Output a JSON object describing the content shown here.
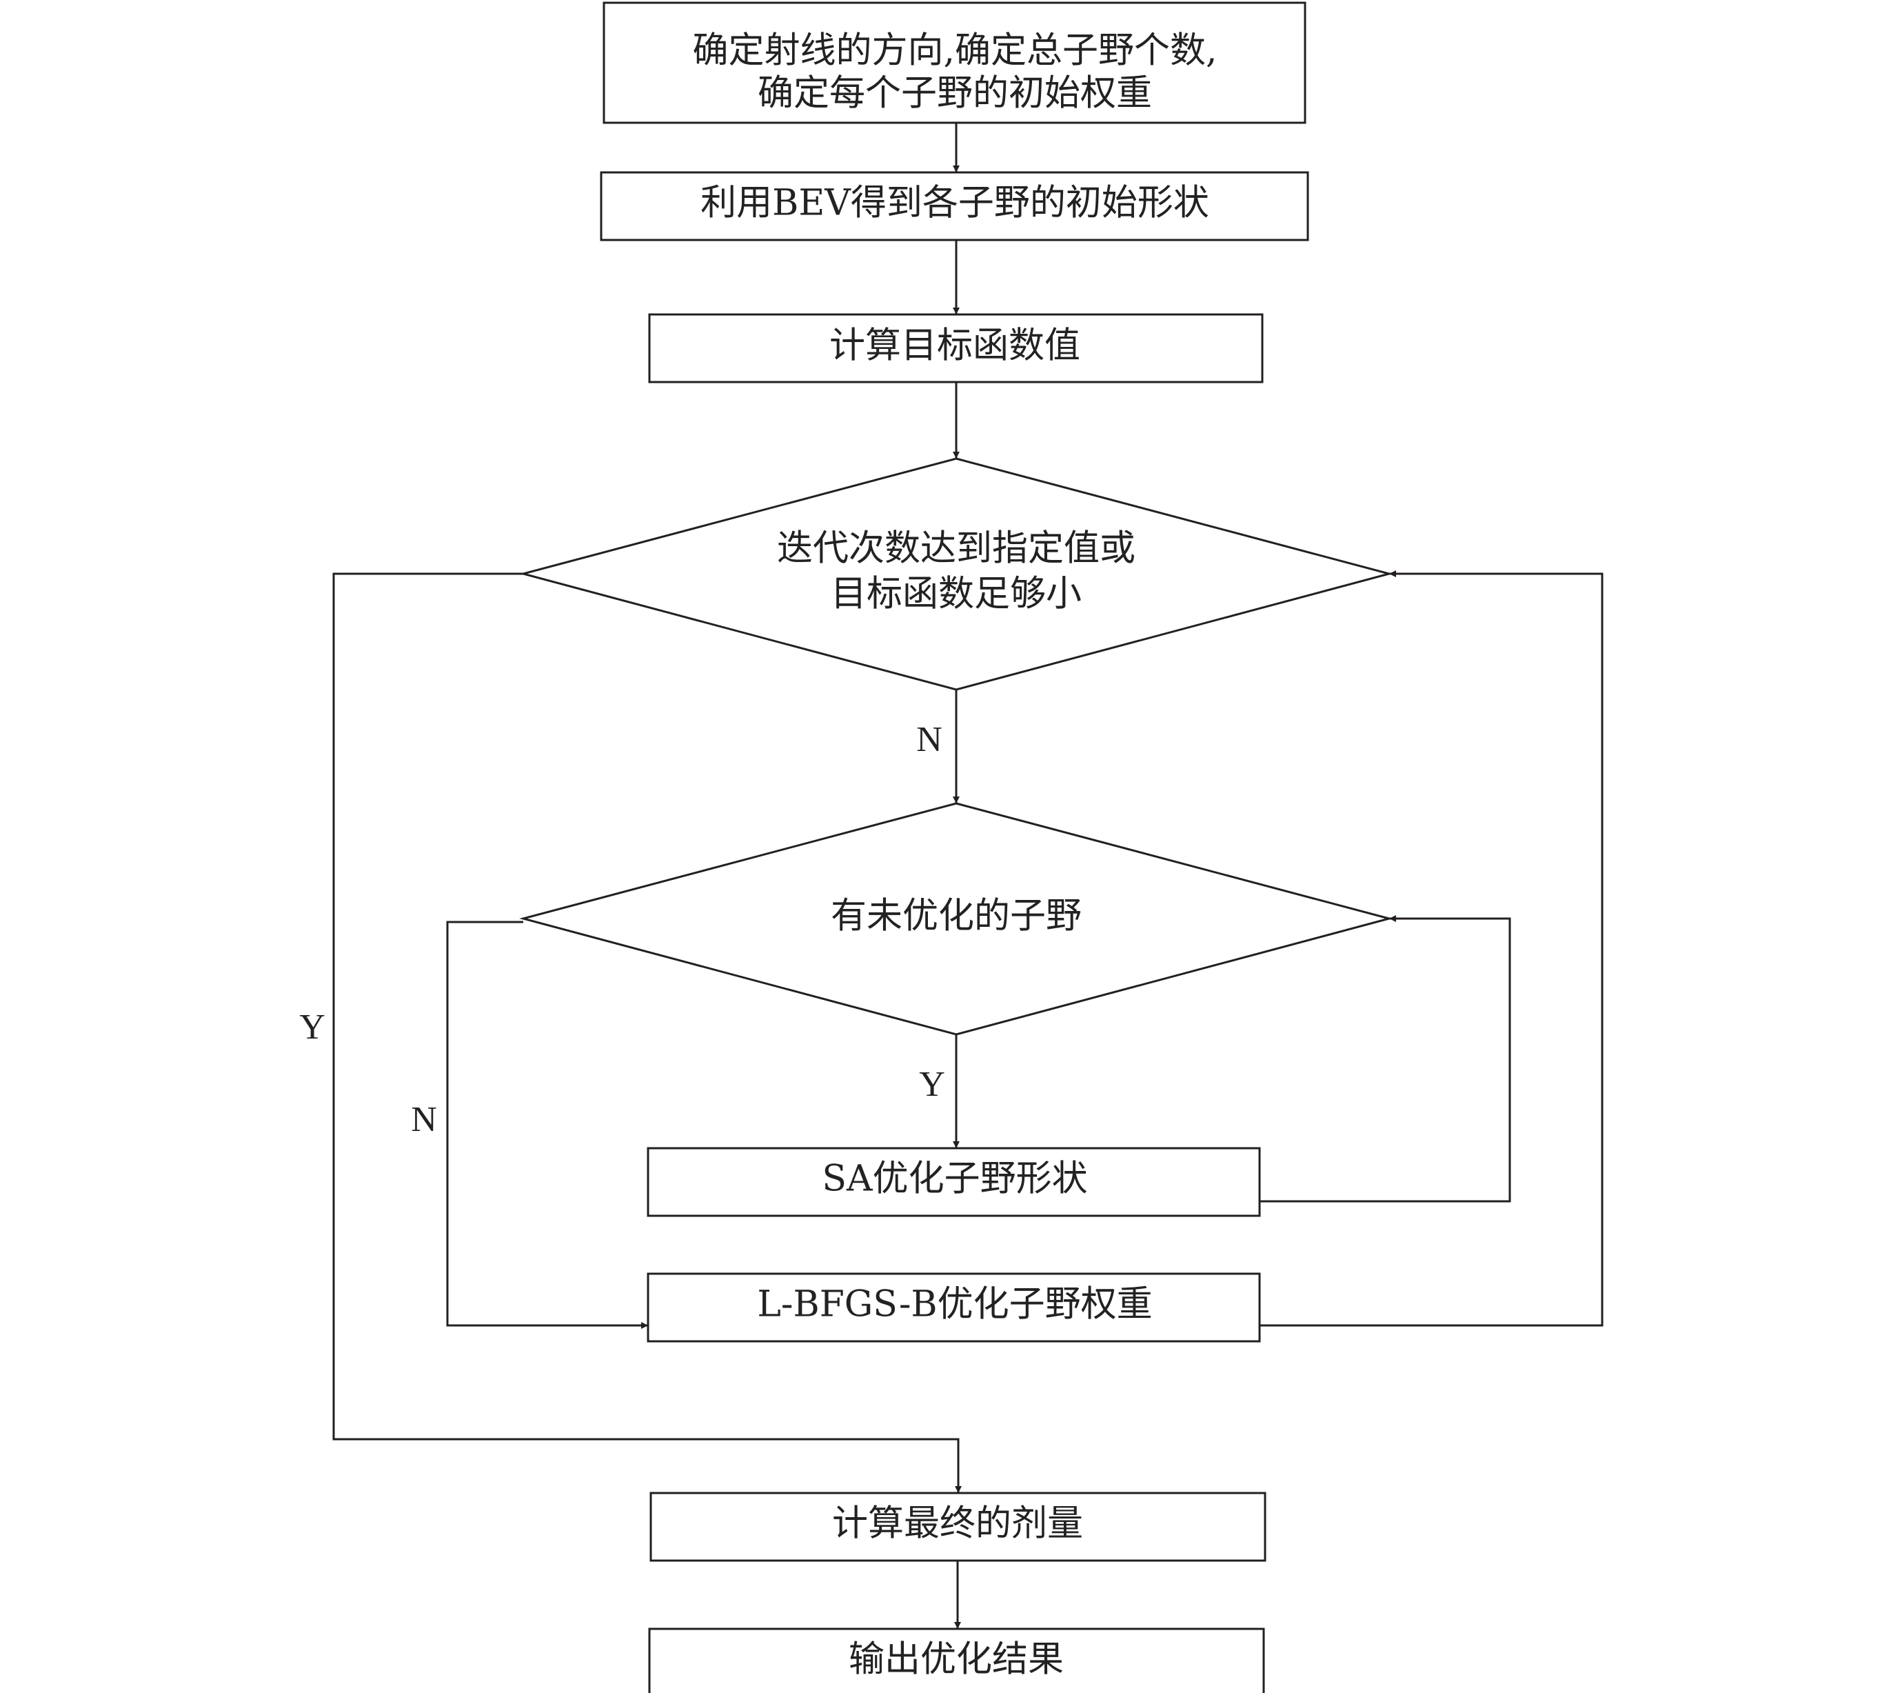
{
  "nodes": {
    "init_params": {
      "line1": "确定射线的方向,确定总子野个数,",
      "line2": "确定每个子野的初始权重"
    },
    "bev_shape": {
      "label": "利用BEV得到各子野的初始形状"
    },
    "calc_objective": {
      "label": "计算目标函数值"
    },
    "stop_condition": {
      "line1": "迭代次数达到指定值或",
      "line2": "目标函数足够小"
    },
    "unoptimized_check": {
      "label": "有未优化的子野"
    },
    "sa_optimize": {
      "label": "SA优化子野形状"
    },
    "lbfgsb_optimize": {
      "label": "L-BFGS-B优化子野权重"
    },
    "final_dose": {
      "label": "计算最终的剂量"
    },
    "output_result": {
      "label": "输出优化结果"
    }
  },
  "edge_labels": {
    "stop_no": "N",
    "stop_yes": "Y",
    "check_yes": "Y",
    "check_no": "N"
  }
}
